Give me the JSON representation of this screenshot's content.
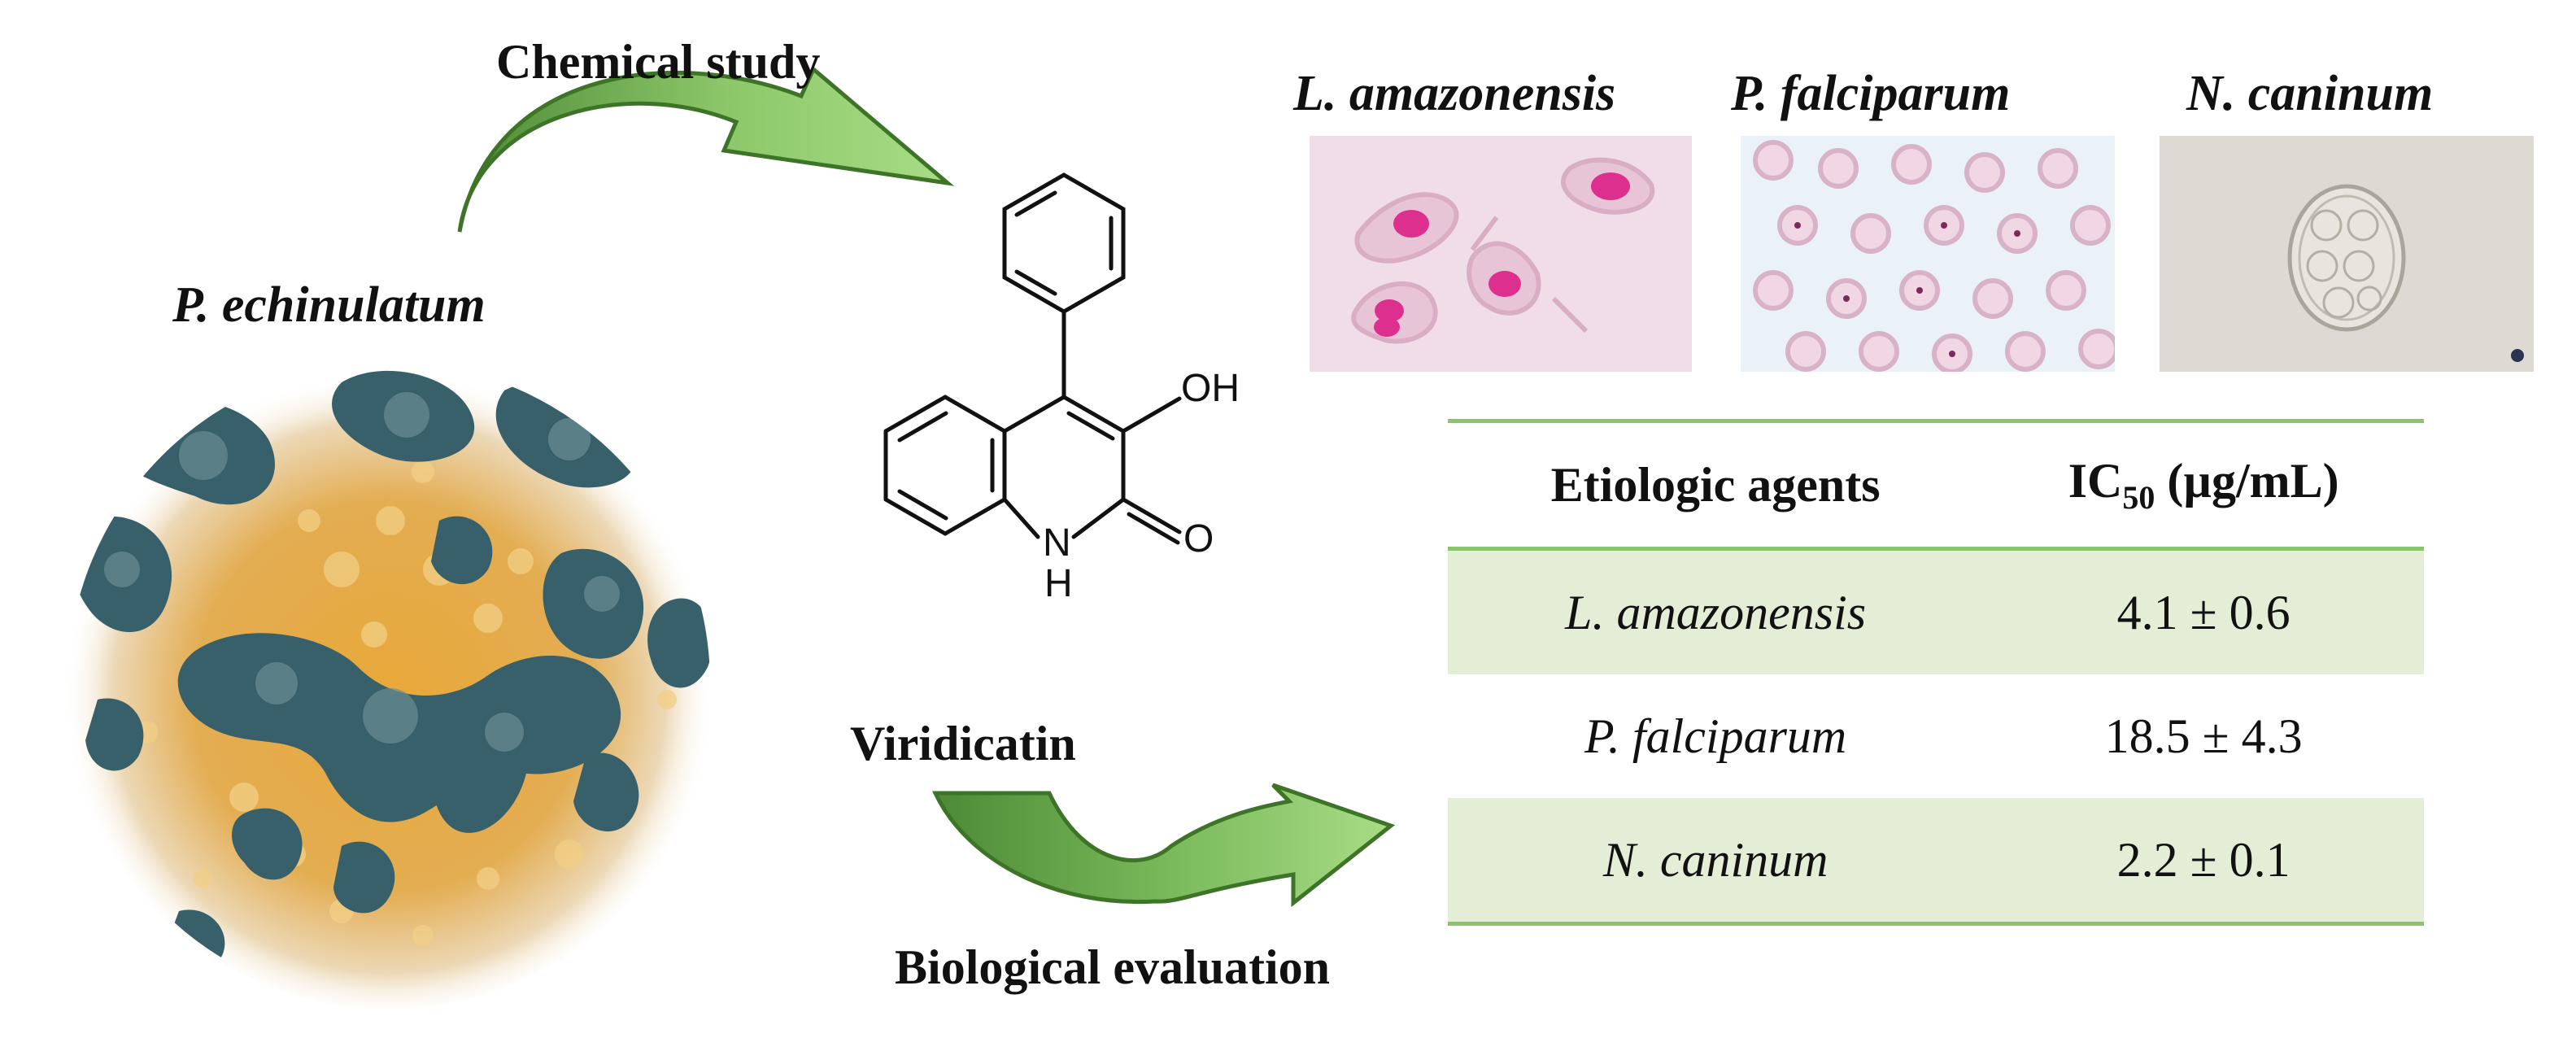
{
  "arrows": {
    "top_label": "Chemical study",
    "bottom_label": "Biological evaluation"
  },
  "organism": {
    "name": "P. echinulatum"
  },
  "compound": {
    "name": "Viridicatin",
    "atom_oh": "OH",
    "atom_o": "O",
    "atom_n": "N",
    "atom_h": "H"
  },
  "micrographs": [
    {
      "caption": "L. amazonensis"
    },
    {
      "caption": "P. falciparum"
    },
    {
      "caption": "N. caninum"
    }
  ],
  "table": {
    "col_agent": "Etiologic agents",
    "col_ic_prefix": "IC",
    "col_ic_sub": "50",
    "col_ic_unit": " (µg/mL)",
    "rows": [
      {
        "agent": "L. amazonensis",
        "value": "4.1 ± 0.6"
      },
      {
        "agent": "P. falciparum",
        "value": "18.5 ± 4.3"
      },
      {
        "agent": "N. caninum",
        "value": "2.2 ± 0.1"
      }
    ]
  },
  "colors": {
    "arrow_dark": "#4e8a36",
    "arrow_light": "#9fd47d",
    "table_rule": "#8cc46c",
    "table_shade": "#e4edd6",
    "agar": "#e0a33a",
    "mold": "#38606a"
  }
}
